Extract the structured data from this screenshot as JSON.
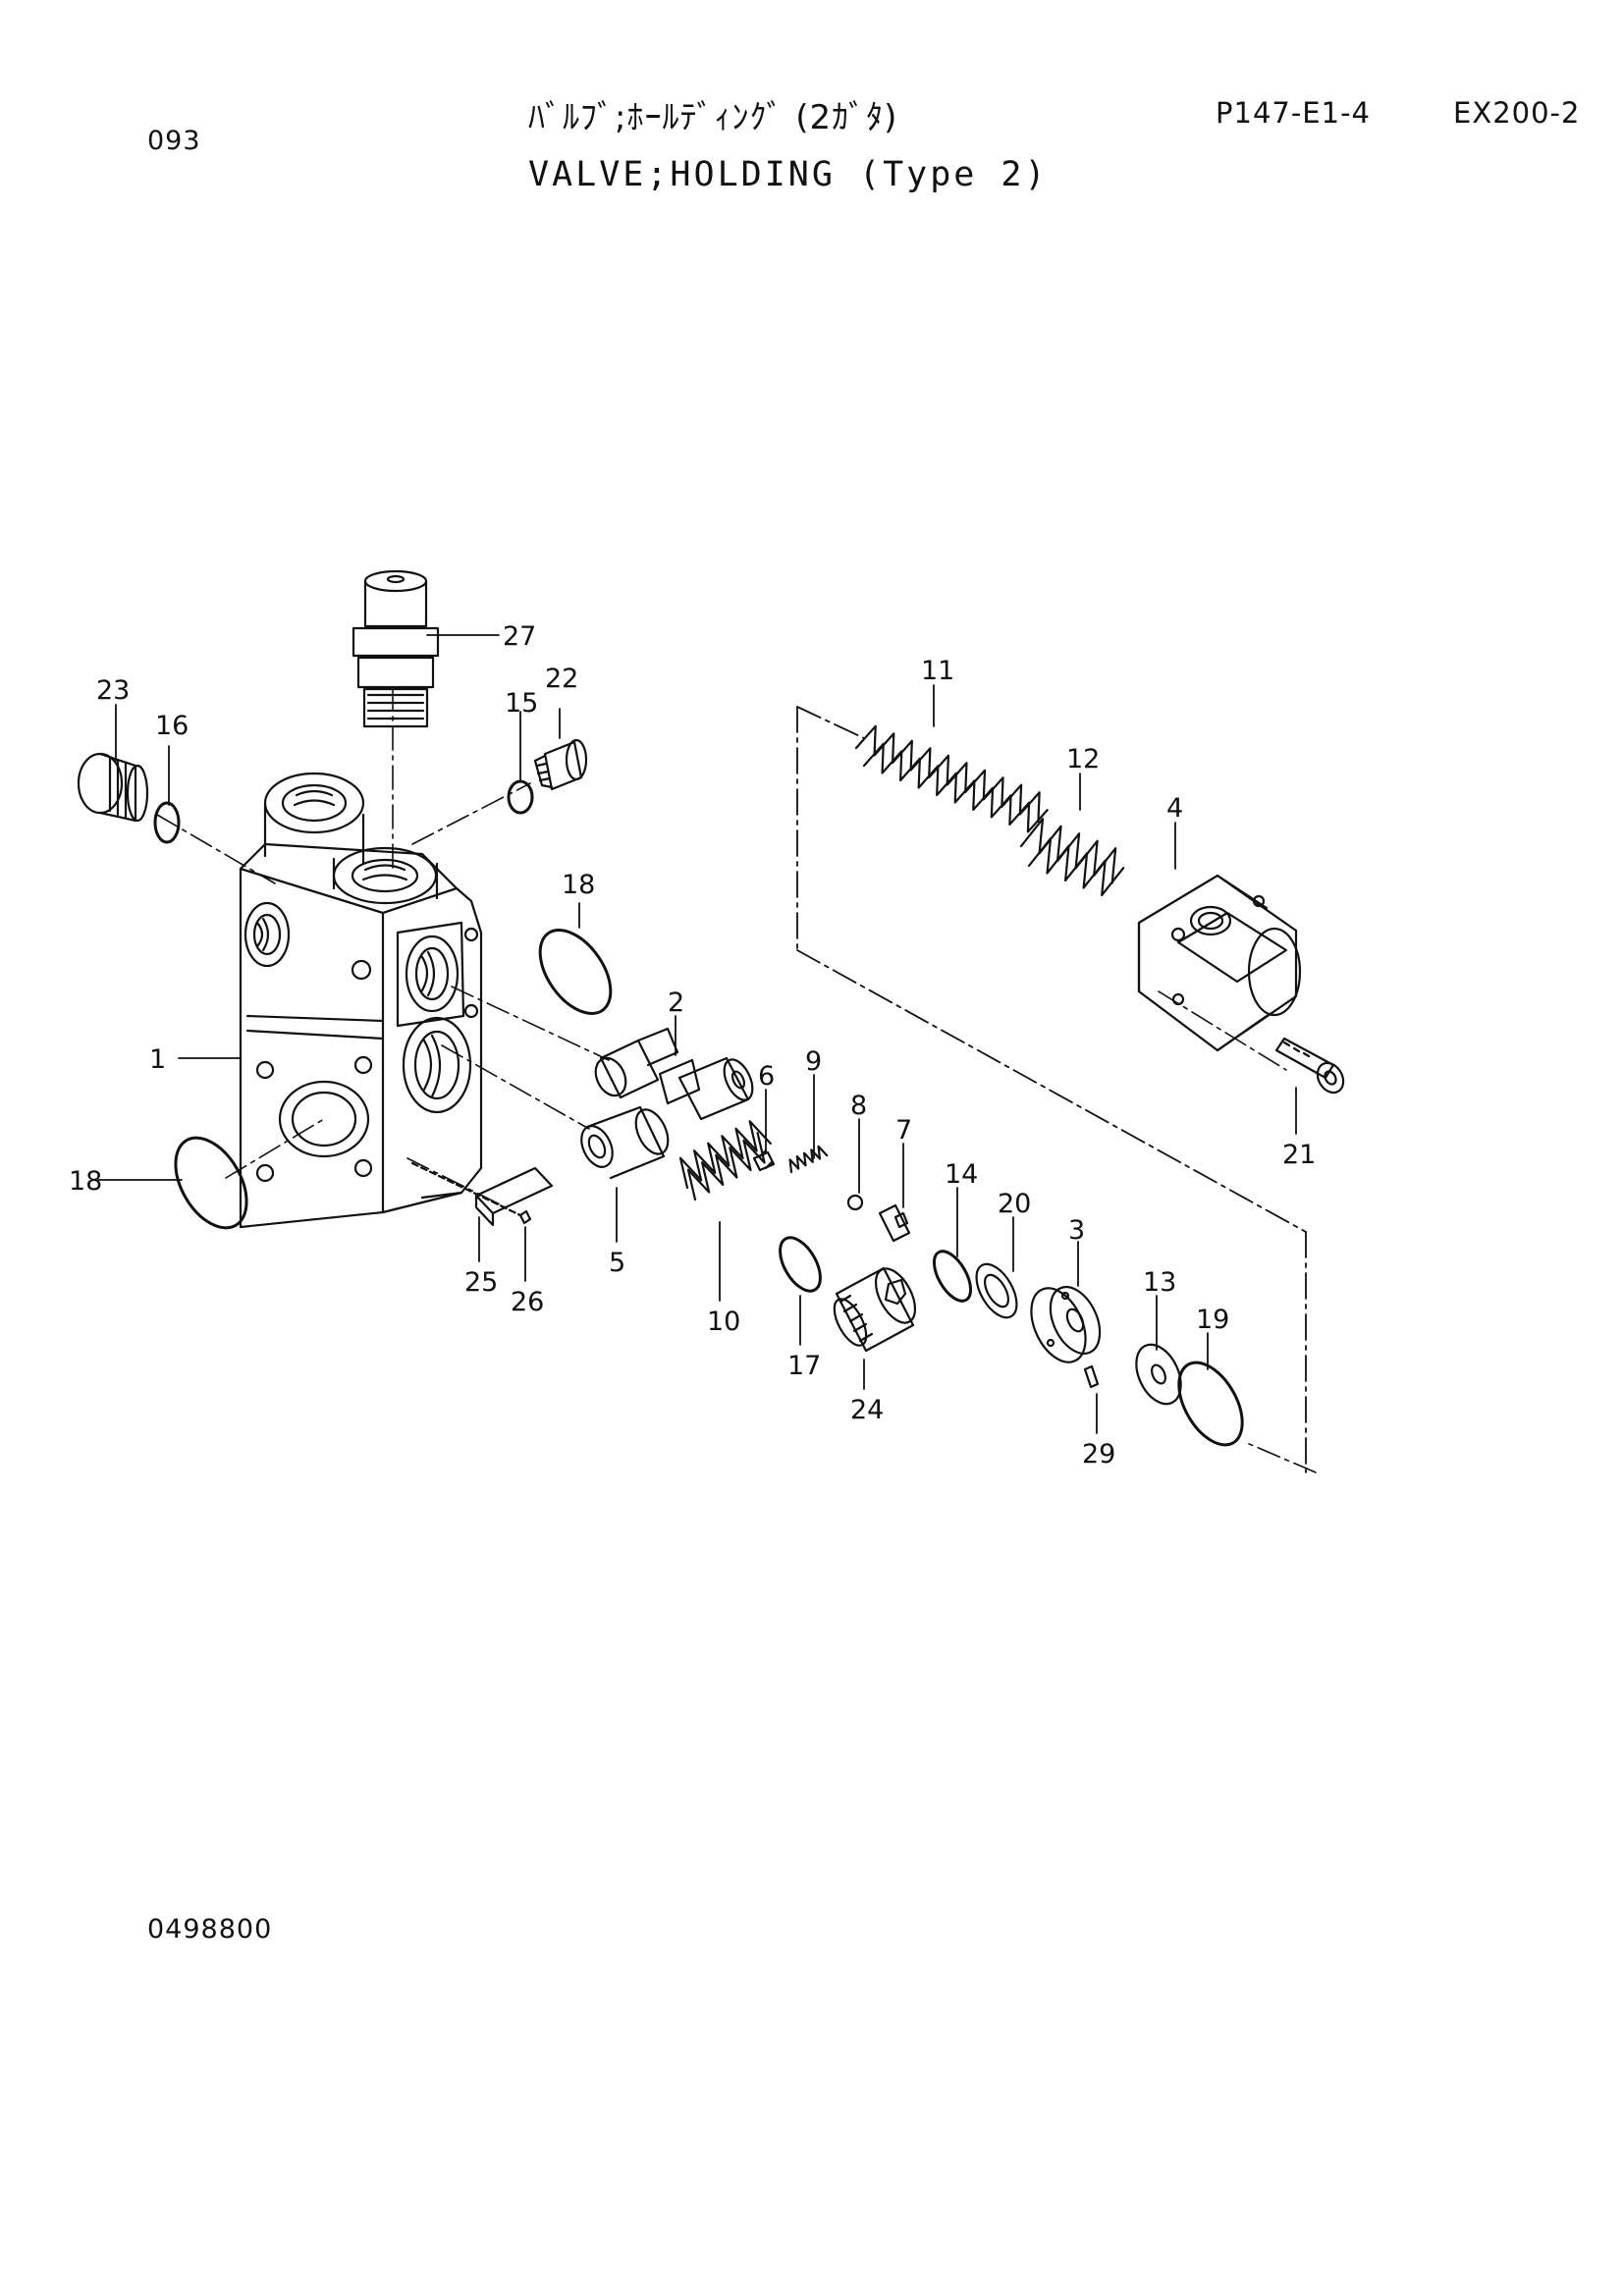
{
  "header": {
    "title_jp": "ﾊﾞﾙﾌﾞ;ﾎｰﾙﾃﾞｨﾝｸﾞ (2ｶﾞﾀ)",
    "title_en": "VALVE;HOLDING (Type 2)",
    "page_code": "P147-E1-4",
    "model_code": "EX200-2",
    "item_no": "093"
  },
  "footer": {
    "doc_no": "0498800"
  },
  "callouts": [
    "1",
    "2",
    "3",
    "4",
    "5",
    "6",
    "7",
    "8",
    "9",
    "10",
    "11",
    "12",
    "13",
    "14",
    "15",
    "16",
    "17",
    "18",
    "18",
    "19",
    "20",
    "21",
    "22",
    "23",
    "24",
    "25",
    "26",
    "27",
    "29"
  ]
}
